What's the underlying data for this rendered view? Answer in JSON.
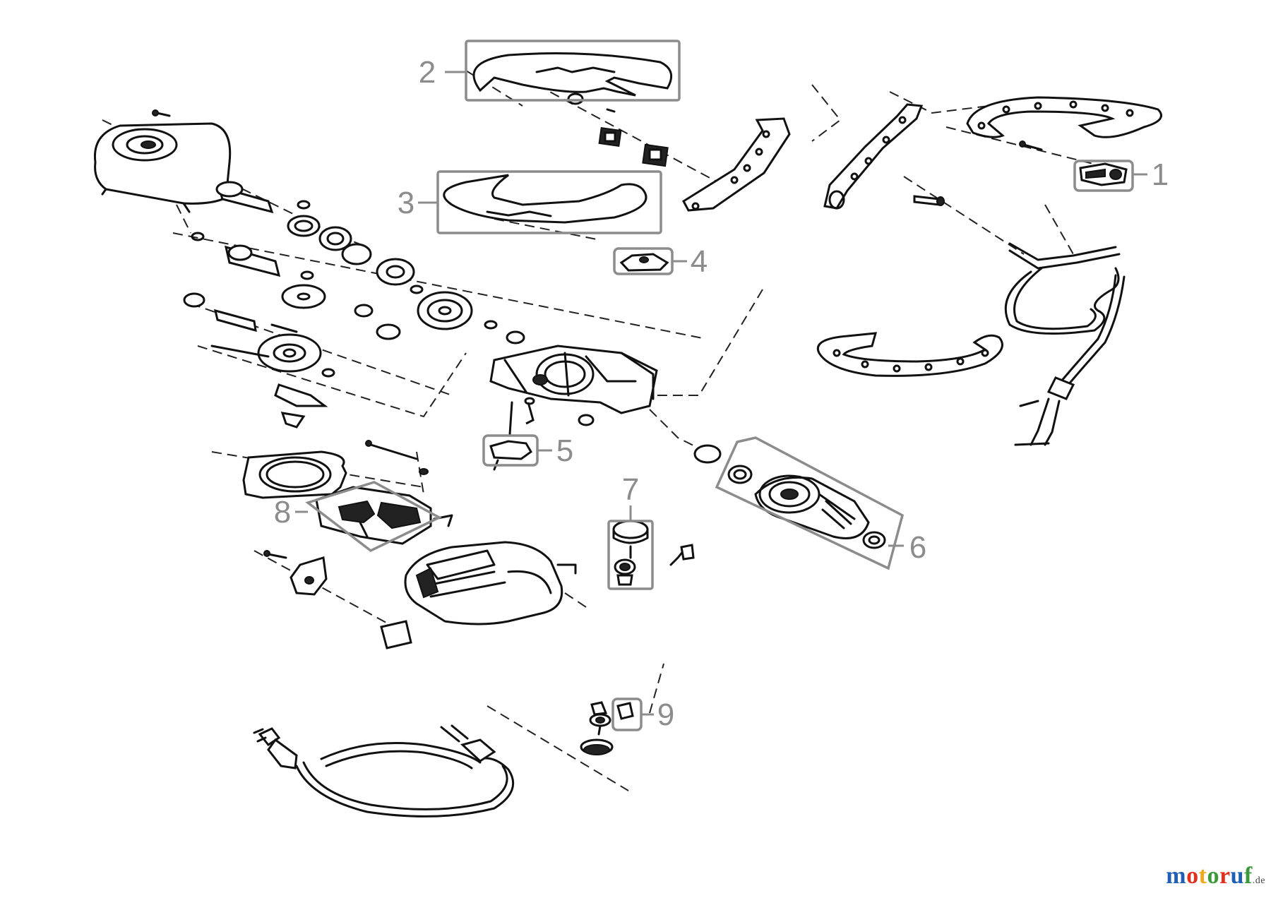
{
  "callouts": [
    {
      "id": "1",
      "label": "1"
    },
    {
      "id": "2",
      "label": "2"
    },
    {
      "id": "3",
      "label": "3"
    },
    {
      "id": "4",
      "label": "4"
    },
    {
      "id": "5",
      "label": "5"
    },
    {
      "id": "6",
      "label": "6"
    },
    {
      "id": "7",
      "label": "7"
    },
    {
      "id": "8",
      "label": "8"
    },
    {
      "id": "9",
      "label": "9"
    }
  ],
  "watermark": {
    "letters": [
      "m",
      "o",
      "t",
      "o",
      "r",
      "u",
      "f"
    ],
    "domain": ".de",
    "colors": [
      "#1f5fb4",
      "#e0301e",
      "#f0a81e",
      "#3a9a3a",
      "#e0301e",
      "#1f5fb4",
      "#3a9a3a"
    ]
  }
}
